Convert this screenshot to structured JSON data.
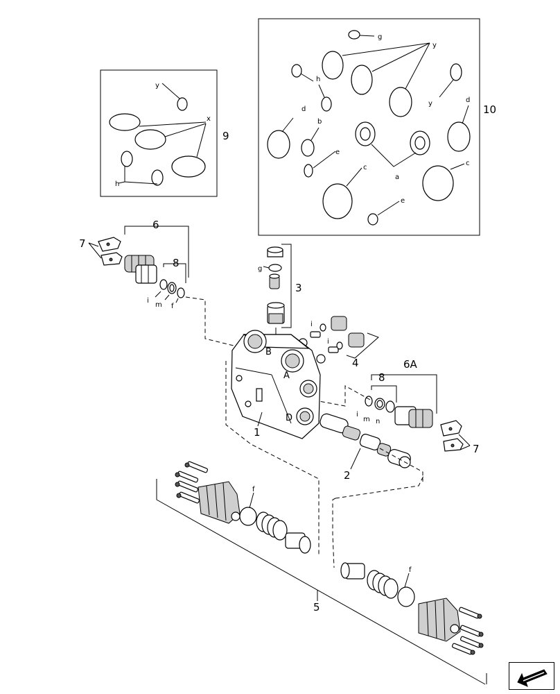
{
  "callouts": {
    "c1": "1",
    "c2": "2",
    "c3": "3",
    "c4": "4",
    "c5": "5",
    "c6": "6",
    "c6a": "6A",
    "c7a": "7",
    "c7b": "7",
    "c8a": "8",
    "c8b": "8",
    "c9": "9",
    "c10": "10"
  },
  "kit9": {
    "y": "y",
    "x": "x",
    "h": "h"
  },
  "kit10": {
    "g": "g",
    "y1": "y",
    "h": "h",
    "y2": "y",
    "d1": "d",
    "d2": "d",
    "b": "b",
    "e1": "e",
    "c1": "c",
    "a": "a",
    "c2": "c",
    "e2": "e"
  },
  "small": {
    "g3": "g",
    "i4a": "i",
    "i4b": "i",
    "i8a": "i",
    "m8a": "m",
    "f8a": "f",
    "i8b": "i",
    "m8b": "m",
    "n8b": "n",
    "f5a": "f",
    "f5b": "f"
  },
  "ports": {
    "A": "A",
    "B": "B",
    "D": "D"
  },
  "nav": {
    "arrow": "next-page-arrow"
  }
}
